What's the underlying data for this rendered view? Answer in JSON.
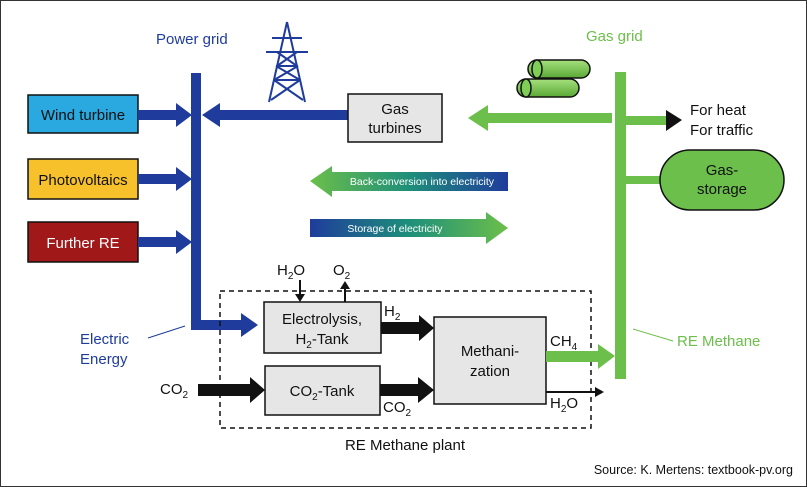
{
  "labels": {
    "power_grid": "Power grid",
    "gas_grid": "Gas grid",
    "wind": "Wind turbine",
    "pv": "Photovoltaics",
    "further": "Further RE",
    "gas_turbines_1": "Gas",
    "gas_turbines_2": "turbines",
    "for_heat": "For heat",
    "for_traffic": "For traffic",
    "gas_storage_1": "Gas-",
    "gas_storage_2": "storage",
    "back_conversion": "Back-conversion into electricity",
    "storage_of_electricity": "Storage of electricity",
    "h2o_in": "H",
    "h2o_in_sub": "2",
    "h2o_in_tail": "O",
    "o2_out": "O",
    "o2_out_sub": "2",
    "electrolysis_1": "Electrolysis,",
    "electrolysis_2a": "H",
    "electrolysis_2_sub": "2",
    "electrolysis_2b": "-Tank",
    "h2": "H",
    "h2_sub": "2",
    "methanization_1": "Methani-",
    "methanization_2": "zation",
    "ch4": "CH",
    "ch4_sub": "4",
    "co2_in": "CO",
    "co2_in_sub": "2",
    "co2_tank_a": "CO",
    "co2_tank_sub": "2",
    "co2_tank_b": "-Tank",
    "co2_out": "CO",
    "co2_out_sub": "2",
    "h2o_out": "H",
    "h2o_out_sub": "2",
    "h2o_out_tail": "O",
    "electric_energy_1": "Electric",
    "electric_energy_2": "Energy",
    "re_methane": "RE Methane",
    "re_methane_plant": "RE Methane plant",
    "source": "Source: K. Mertens: textbook-pv.org"
  },
  "colors": {
    "power_blue": "#1f3c9c",
    "gas_green": "#6cbf4a",
    "wind_fill": "#2aa8e0",
    "pv_fill": "#f6c12a",
    "further_fill": "#a01818",
    "box_grey": "#e6e6e6",
    "black": "#111111"
  }
}
